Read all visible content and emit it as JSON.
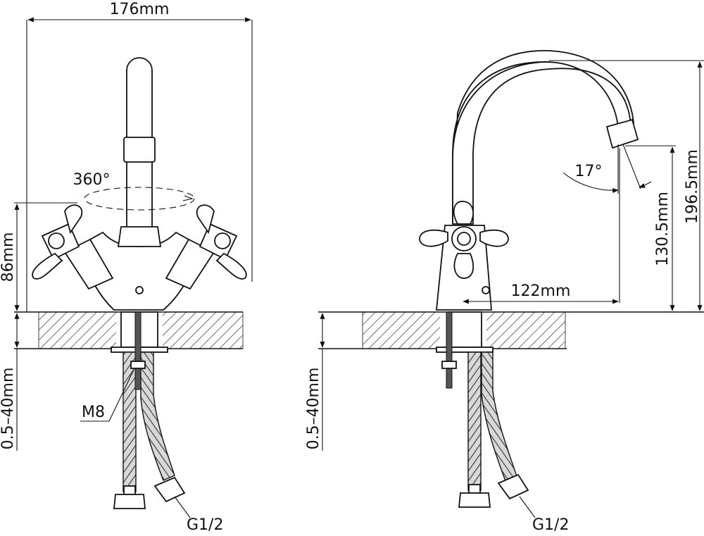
{
  "labels": {
    "width": "176mm",
    "rotation": "360°",
    "handle_height": "86mm",
    "deck_left": "0.5–40mm",
    "nut": "M8",
    "connector_left": "G1/2",
    "spout_angle": "17°",
    "spout_reach": "122mm",
    "spout_height": "130.5mm",
    "total_height": "196.5mm",
    "deck_right": "0.5–40mm",
    "connector_right": "G1/2"
  }
}
